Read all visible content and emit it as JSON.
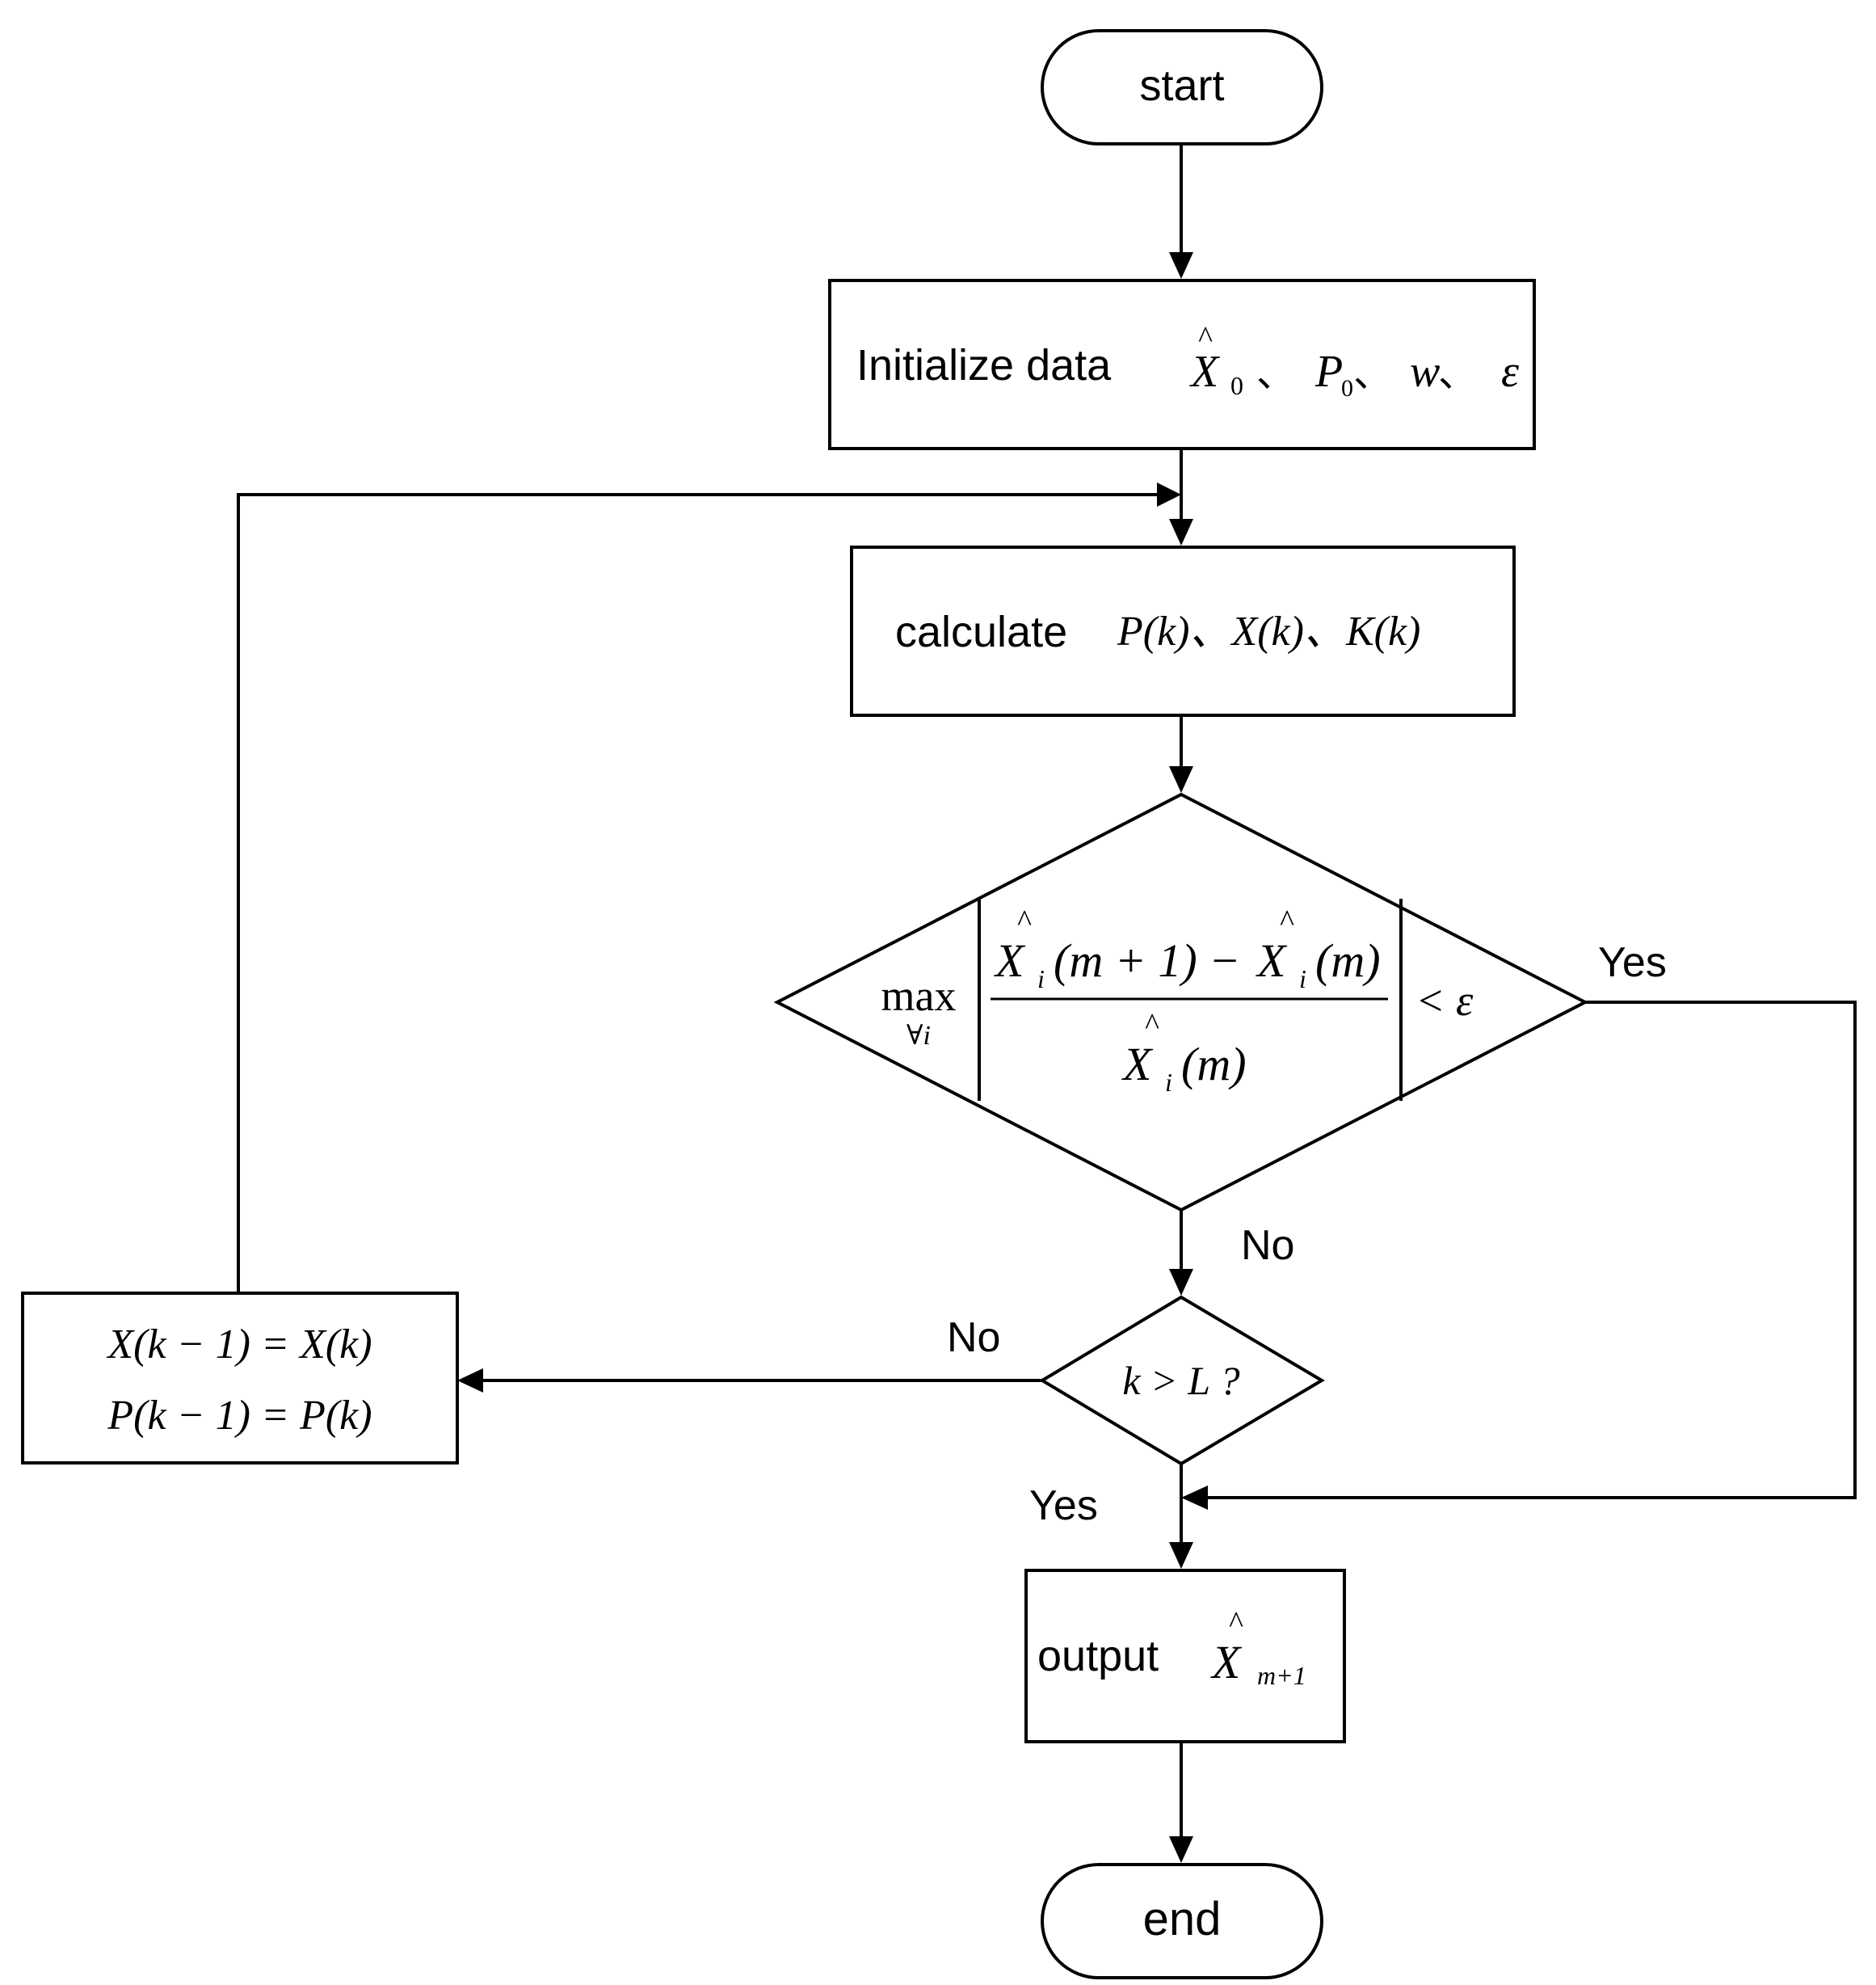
{
  "nodes": {
    "start": {
      "label": "start"
    },
    "init": {
      "prefix": "Initialize data",
      "hat": "^",
      "x": "X",
      "x_sub": "0",
      "sep1": "、",
      "p": "P",
      "p_sub": "0",
      "sep2": "、",
      "w": "w",
      "sep3": "、",
      "eps": "ε"
    },
    "calc": {
      "prefix": "calculate",
      "formula": "P(k)、X(k)、K(k)"
    },
    "condition": {
      "max": "max",
      "max_sub": "∀i",
      "hat": "^",
      "num_x1": "X",
      "num_sub1": "i",
      "num_arg1": "(m + 1) −",
      "num_x2": "X",
      "num_sub2": "i",
      "num_arg2": "(m)",
      "den_x": "X",
      "den_sub": "i",
      "den_arg": "(m)",
      "rhs": "< ε"
    },
    "check": {
      "formula": "k > L ?"
    },
    "update": {
      "line1": "X(k − 1) = X(k)",
      "line2": "P(k − 1) = P(k)"
    },
    "output": {
      "prefix": "output",
      "hat": "^",
      "x": "X",
      "sub": "m+1"
    },
    "end": {
      "label": "end"
    }
  },
  "edge_labels": {
    "condition_yes": "Yes",
    "condition_no": "No",
    "check_no": "No",
    "check_yes": "Yes"
  }
}
